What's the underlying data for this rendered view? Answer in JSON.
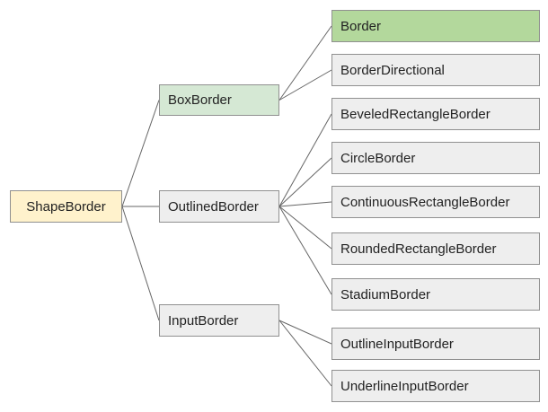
{
  "colors": {
    "root_fill": "#fff2cc",
    "highlight_fill": "#d5e8d4",
    "highlight_strong_fill": "#b3d89c",
    "default_fill": "#eeeeee",
    "edge": "#666666",
    "border": "#909090"
  },
  "nodes": [
    {
      "id": "shape-border",
      "label": "ShapeBorder",
      "fill": "root_fill"
    },
    {
      "id": "box-border",
      "label": "BoxBorder",
      "fill": "highlight_fill"
    },
    {
      "id": "outlined-border",
      "label": "OutlinedBorder",
      "fill": "default_fill"
    },
    {
      "id": "input-border",
      "label": "InputBorder",
      "fill": "default_fill"
    },
    {
      "id": "border",
      "label": "Border",
      "fill": "highlight_strong_fill"
    },
    {
      "id": "border-directional",
      "label": "BorderDirectional",
      "fill": "default_fill"
    },
    {
      "id": "beveled-rectangle-border",
      "label": "BeveledRectangleBorder",
      "fill": "default_fill"
    },
    {
      "id": "circle-border",
      "label": "CircleBorder",
      "fill": "default_fill"
    },
    {
      "id": "continuous-rectangle-border",
      "label": "ContinuousRectangleBorder",
      "fill": "default_fill"
    },
    {
      "id": "rounded-rectangle-border",
      "label": "RoundedRectangleBorder",
      "fill": "default_fill"
    },
    {
      "id": "stadium-border",
      "label": "StadiumBorder",
      "fill": "default_fill"
    },
    {
      "id": "outline-input-border",
      "label": "OutlineInputBorder",
      "fill": "default_fill"
    },
    {
      "id": "underline-input-border",
      "label": "UnderlineInputBorder",
      "fill": "default_fill"
    }
  ],
  "edges": [
    {
      "from": "shape-border",
      "to": "box-border"
    },
    {
      "from": "shape-border",
      "to": "outlined-border"
    },
    {
      "from": "shape-border",
      "to": "input-border"
    },
    {
      "from": "box-border",
      "to": "border"
    },
    {
      "from": "box-border",
      "to": "border-directional"
    },
    {
      "from": "outlined-border",
      "to": "beveled-rectangle-border"
    },
    {
      "from": "outlined-border",
      "to": "circle-border"
    },
    {
      "from": "outlined-border",
      "to": "continuous-rectangle-border"
    },
    {
      "from": "outlined-border",
      "to": "rounded-rectangle-border"
    },
    {
      "from": "outlined-border",
      "to": "stadium-border"
    },
    {
      "from": "input-border",
      "to": "outline-input-border"
    },
    {
      "from": "input-border",
      "to": "underline-input-border"
    }
  ]
}
